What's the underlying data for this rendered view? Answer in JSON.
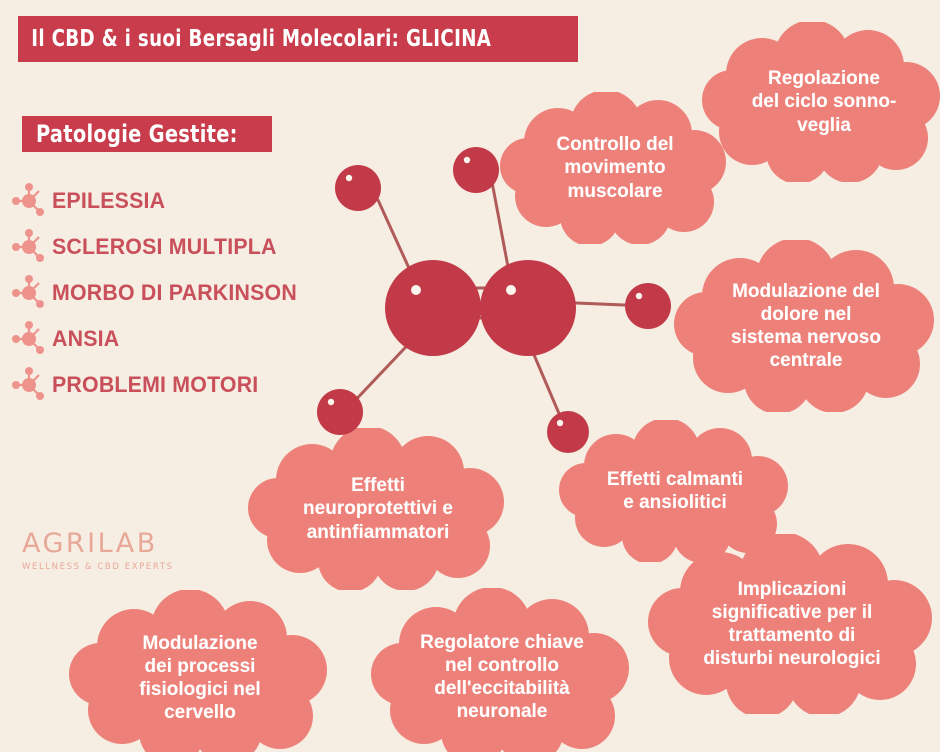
{
  "colors": {
    "background": "#F6EDE3",
    "title_bar": "#C93C4B",
    "cloud": "#ED8179",
    "atom_large": "#C23A48",
    "atom_small": "#C23A48",
    "bond": "#B05A5A",
    "list_text": "#C9505A",
    "bullet": "#EE938C",
    "logo": "#E8A898",
    "cloud_text": "#FFFFFF"
  },
  "header": {
    "title": "Il CBD & i suoi Bersagli Molecolari: GLICINA"
  },
  "pathologies": {
    "heading": "Patologie Gestite:",
    "bullet_icon": "molecule-icon",
    "items": [
      {
        "label": "EPILESSIA"
      },
      {
        "label": "SCLEROSI MULTIPLA"
      },
      {
        "label": "MORBO DI PARKINSON"
      },
      {
        "label": "ANSIA"
      },
      {
        "label": "PROBLEMI MOTORI"
      }
    ]
  },
  "clouds": [
    {
      "id": "sonno-veglia",
      "lines": [
        "Regolazione",
        "del ciclo sonno-",
        "veglia"
      ],
      "text": "Regolazione del ciclo sonno-veglia",
      "font_size": 19
    },
    {
      "id": "movimento-muscolare",
      "lines": [
        "Controllo del",
        "movimento",
        "muscolare"
      ],
      "text": "Controllo del movimento muscolare",
      "font_size": 19
    },
    {
      "id": "dolore-snc",
      "lines": [
        "Modulazione del",
        "dolore nel",
        "sistema nervoso",
        "centrale"
      ],
      "text": "Modulazione del dolore nel sistema nervoso centrale",
      "font_size": 19
    },
    {
      "id": "effetti-calmanti",
      "lines": [
        "Effetti calmanti",
        "e ansiolitici"
      ],
      "text": "Effetti calmanti e ansiolitici",
      "font_size": 19
    },
    {
      "id": "neuroprotettivi",
      "lines": [
        "Effetti",
        "neuroprotettivi e",
        "antinfiammatori"
      ],
      "text": "Effetti neuroprotettivi e antinfiammatori",
      "font_size": 19
    },
    {
      "id": "implicazioni-neurologiche",
      "lines": [
        "Implicazioni",
        "significative per il",
        "trattamento di",
        "disturbi neurologici"
      ],
      "text": "Implicazioni significative per il trattamento di disturbi neurologici",
      "font_size": 19
    },
    {
      "id": "processi-cervello",
      "lines": [
        "Modulazione",
        "dei processi",
        "fisiologici nel",
        "cervello"
      ],
      "text": "Modulazione dei processi fisiologici nel cervello",
      "font_size": 19
    },
    {
      "id": "eccitabilita-neuronale",
      "lines": [
        "Regolatore chiave",
        "nel controllo",
        "dell'eccitabilità",
        "neuronale"
      ],
      "text": "Regolatore chiave nel controllo dell'eccitabilità neuronale",
      "font_size": 19
    }
  ],
  "molecule": {
    "icon": "molecule-diagram",
    "atoms_large": 2,
    "atoms_small": 5,
    "double_bond": true
  },
  "logo": {
    "name": "AGRILAB",
    "tagline": "WELLNESS & CBD EXPERTS"
  }
}
